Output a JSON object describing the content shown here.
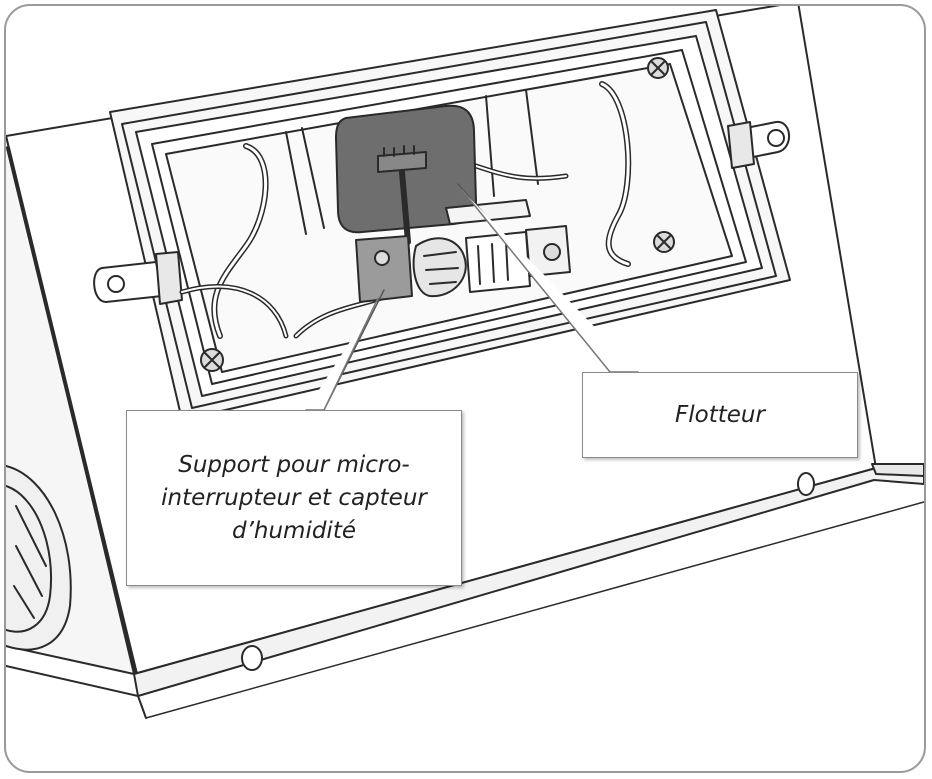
{
  "callouts": {
    "support": {
      "line1": "Support pour micro-",
      "line2": "interrupteur et capteur",
      "line3": "d’humidité"
    },
    "flotteur": {
      "label": "Flotteur"
    }
  },
  "colors": {
    "frame_border": "#9a9a9a",
    "line": "#2a2a2a",
    "float_fill": "#6e6e6e",
    "bracket_fill": "#9b9b9b",
    "callout_border": "#8a8a8a"
  }
}
